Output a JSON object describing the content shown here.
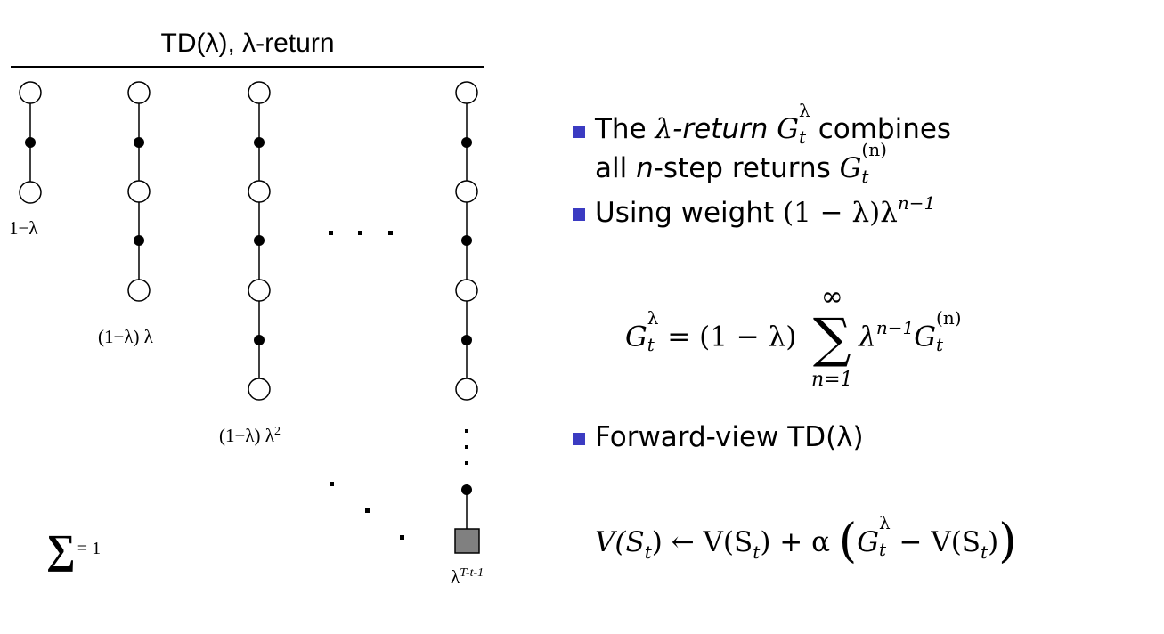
{
  "diagram": {
    "title": "TD(λ), λ-return",
    "weights": {
      "w1": "1−λ",
      "w2": "(1−λ) λ",
      "w3_base": "(1−λ) λ",
      "w3_exp": "2",
      "last_base": "λ",
      "last_exp": "T-t-1"
    },
    "sum_symbol": "∑",
    "sum_text": "= 1"
  },
  "bullets": {
    "b1": {
      "the": "The ",
      "lambda": "λ",
      "return_word": "-return ",
      "G": "G",
      "sup": "λ",
      "sub": "t",
      "combines": " combines"
    },
    "b1b": {
      "all": "all ",
      "n": "n",
      "step": "-step returns ",
      "G": "G",
      "sup": "(n)",
      "sub": "t"
    },
    "b2": {
      "using": "Using weight ",
      "expr": "(1 − λ)λ",
      "sup": "n−1"
    },
    "b3": {
      "text": "Forward-view TD(λ)"
    }
  },
  "formula1": {
    "lhs_G": "G",
    "lhs_sup": "λ",
    "lhs_sub": "t",
    "eq": " = (1 − λ)",
    "sum_top": "∞",
    "sum_sym": "∑",
    "sum_bot": "n=1",
    "term": "λ",
    "term_sup": "n−1",
    "term_G": "G",
    "term_G_sup": "(n)",
    "term_G_sub": "t"
  },
  "formula2": {
    "lhs": "V(S",
    "sub": "t",
    "arrow": ") ← V(S",
    "sub2": "t",
    "plus": ") + α ",
    "lp": "(",
    "G": "G",
    "Gsup": "λ",
    "Gsub": "t",
    "minus": " − V(S",
    "sub3": "t",
    "close": ")",
    "rp": ")"
  }
}
